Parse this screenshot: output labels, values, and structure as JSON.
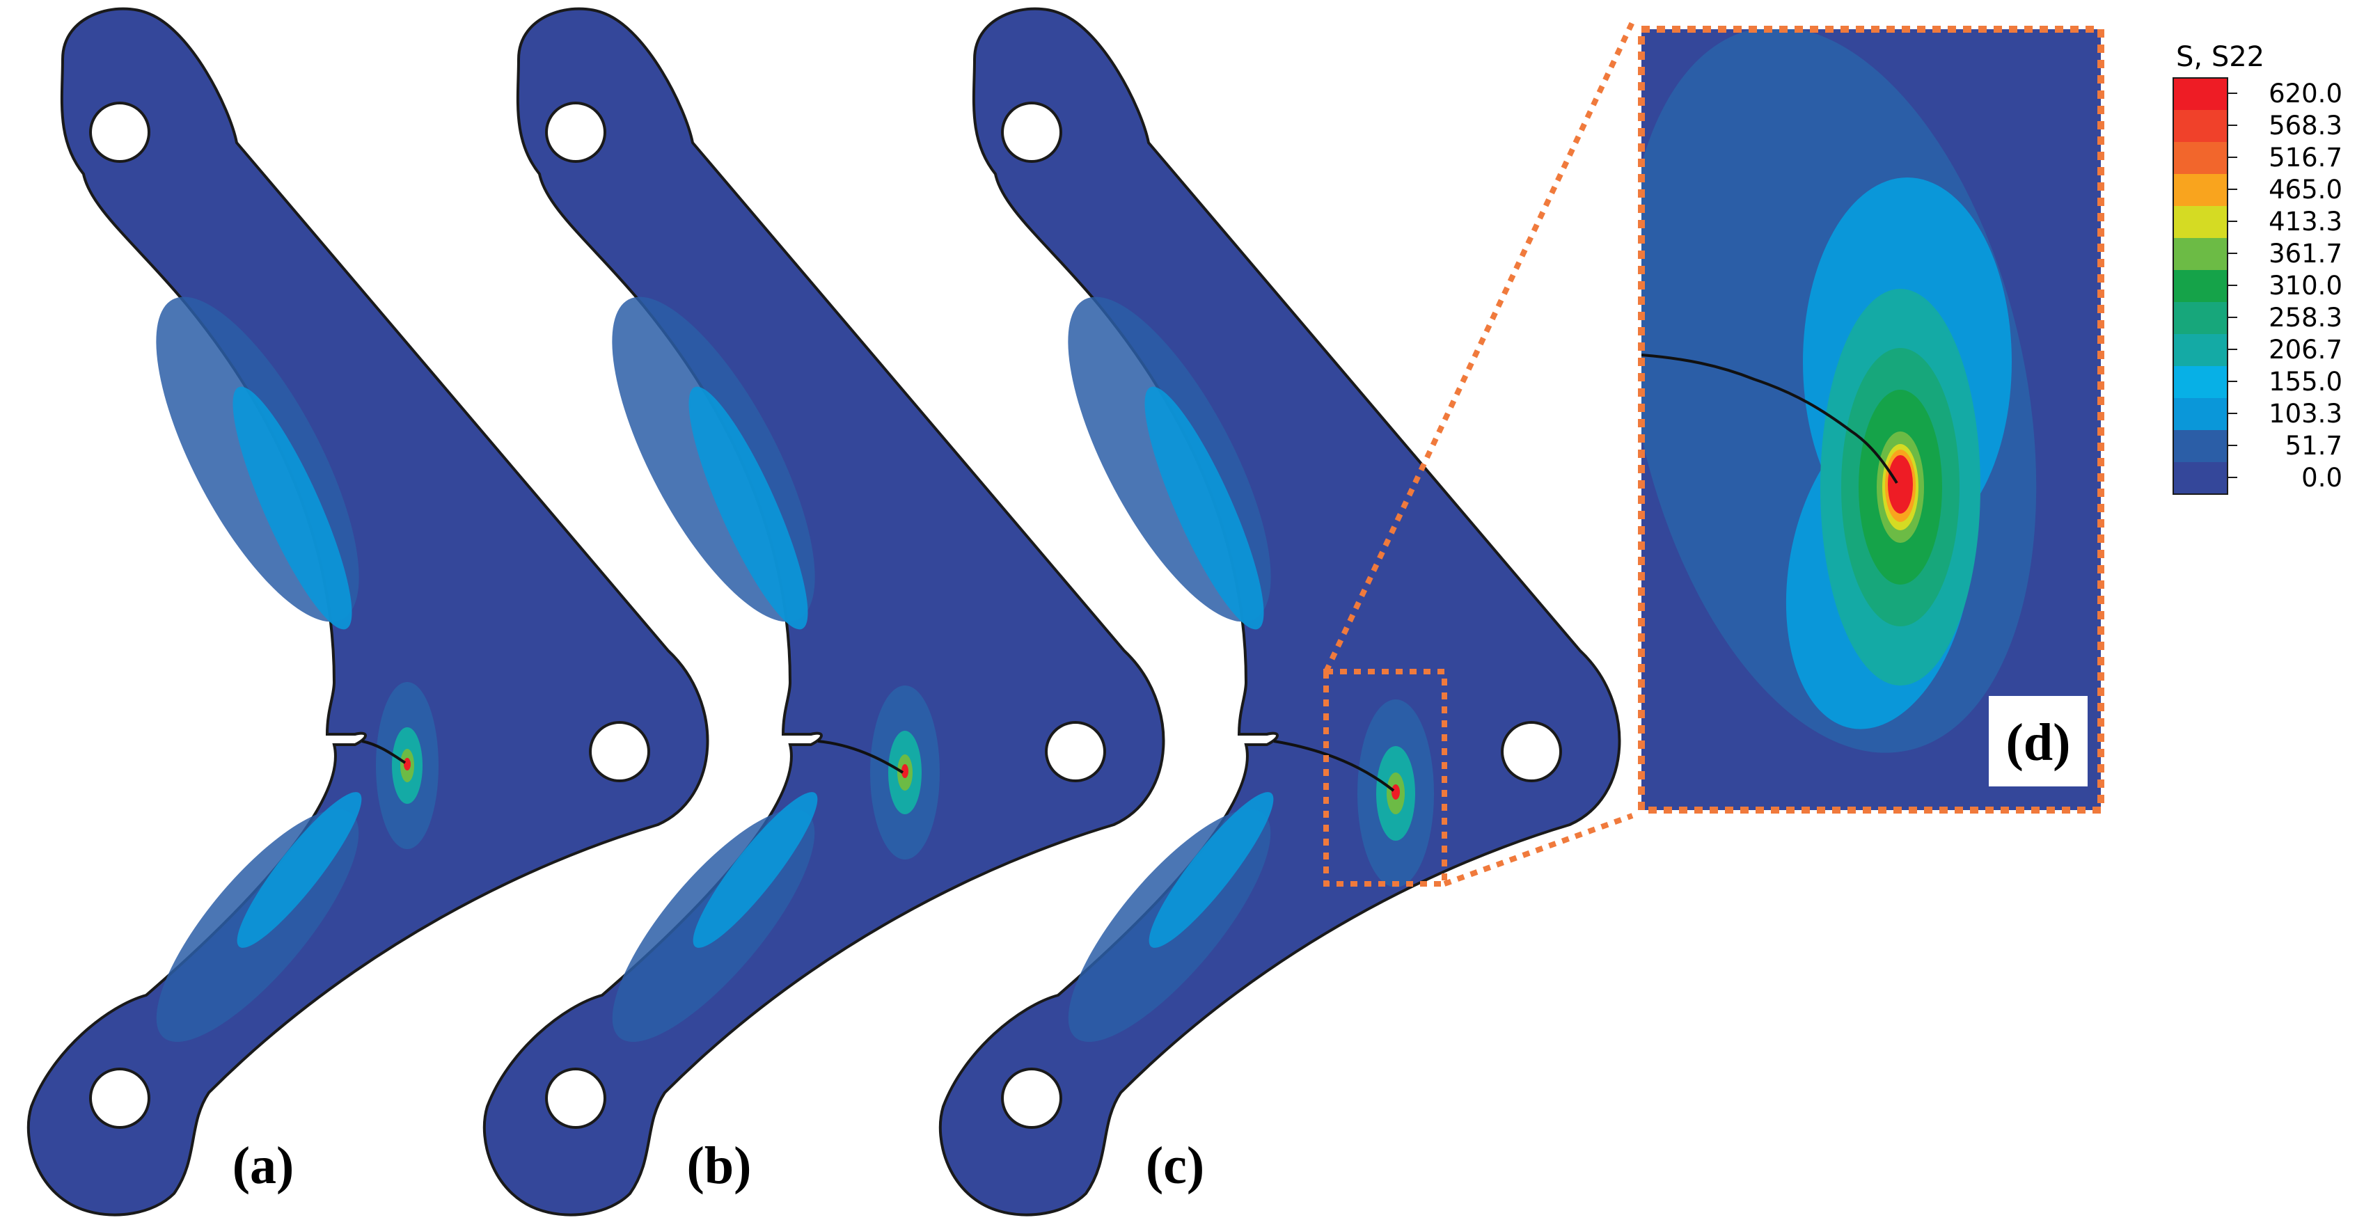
{
  "panels": [
    {
      "label": "(a)"
    },
    {
      "label": "(b)"
    },
    {
      "label": "(c)"
    }
  ],
  "zoom_panel": {
    "label": "(d)"
  },
  "legend": {
    "title": "S, S22",
    "values": [
      "620.0",
      "568.3",
      "516.7",
      "465.0",
      "413.3",
      "361.7",
      "310.0",
      "258.3",
      "206.7",
      "155.0",
      "103.3",
      "51.7",
      "0.0"
    ],
    "colors": [
      "#ee1c25",
      "#f0412a",
      "#f2662c",
      "#f9a41e",
      "#d5db23",
      "#6cbb45",
      "#15a349",
      "#17a77b",
      "#14aaa5",
      "#07b0e6",
      "#0a97d9",
      "#2b5ea7",
      "#34479a"
    ]
  },
  "colors": {
    "background": "#34479a",
    "annotation": "#f07a3c",
    "outline": "#1a1a1a"
  }
}
